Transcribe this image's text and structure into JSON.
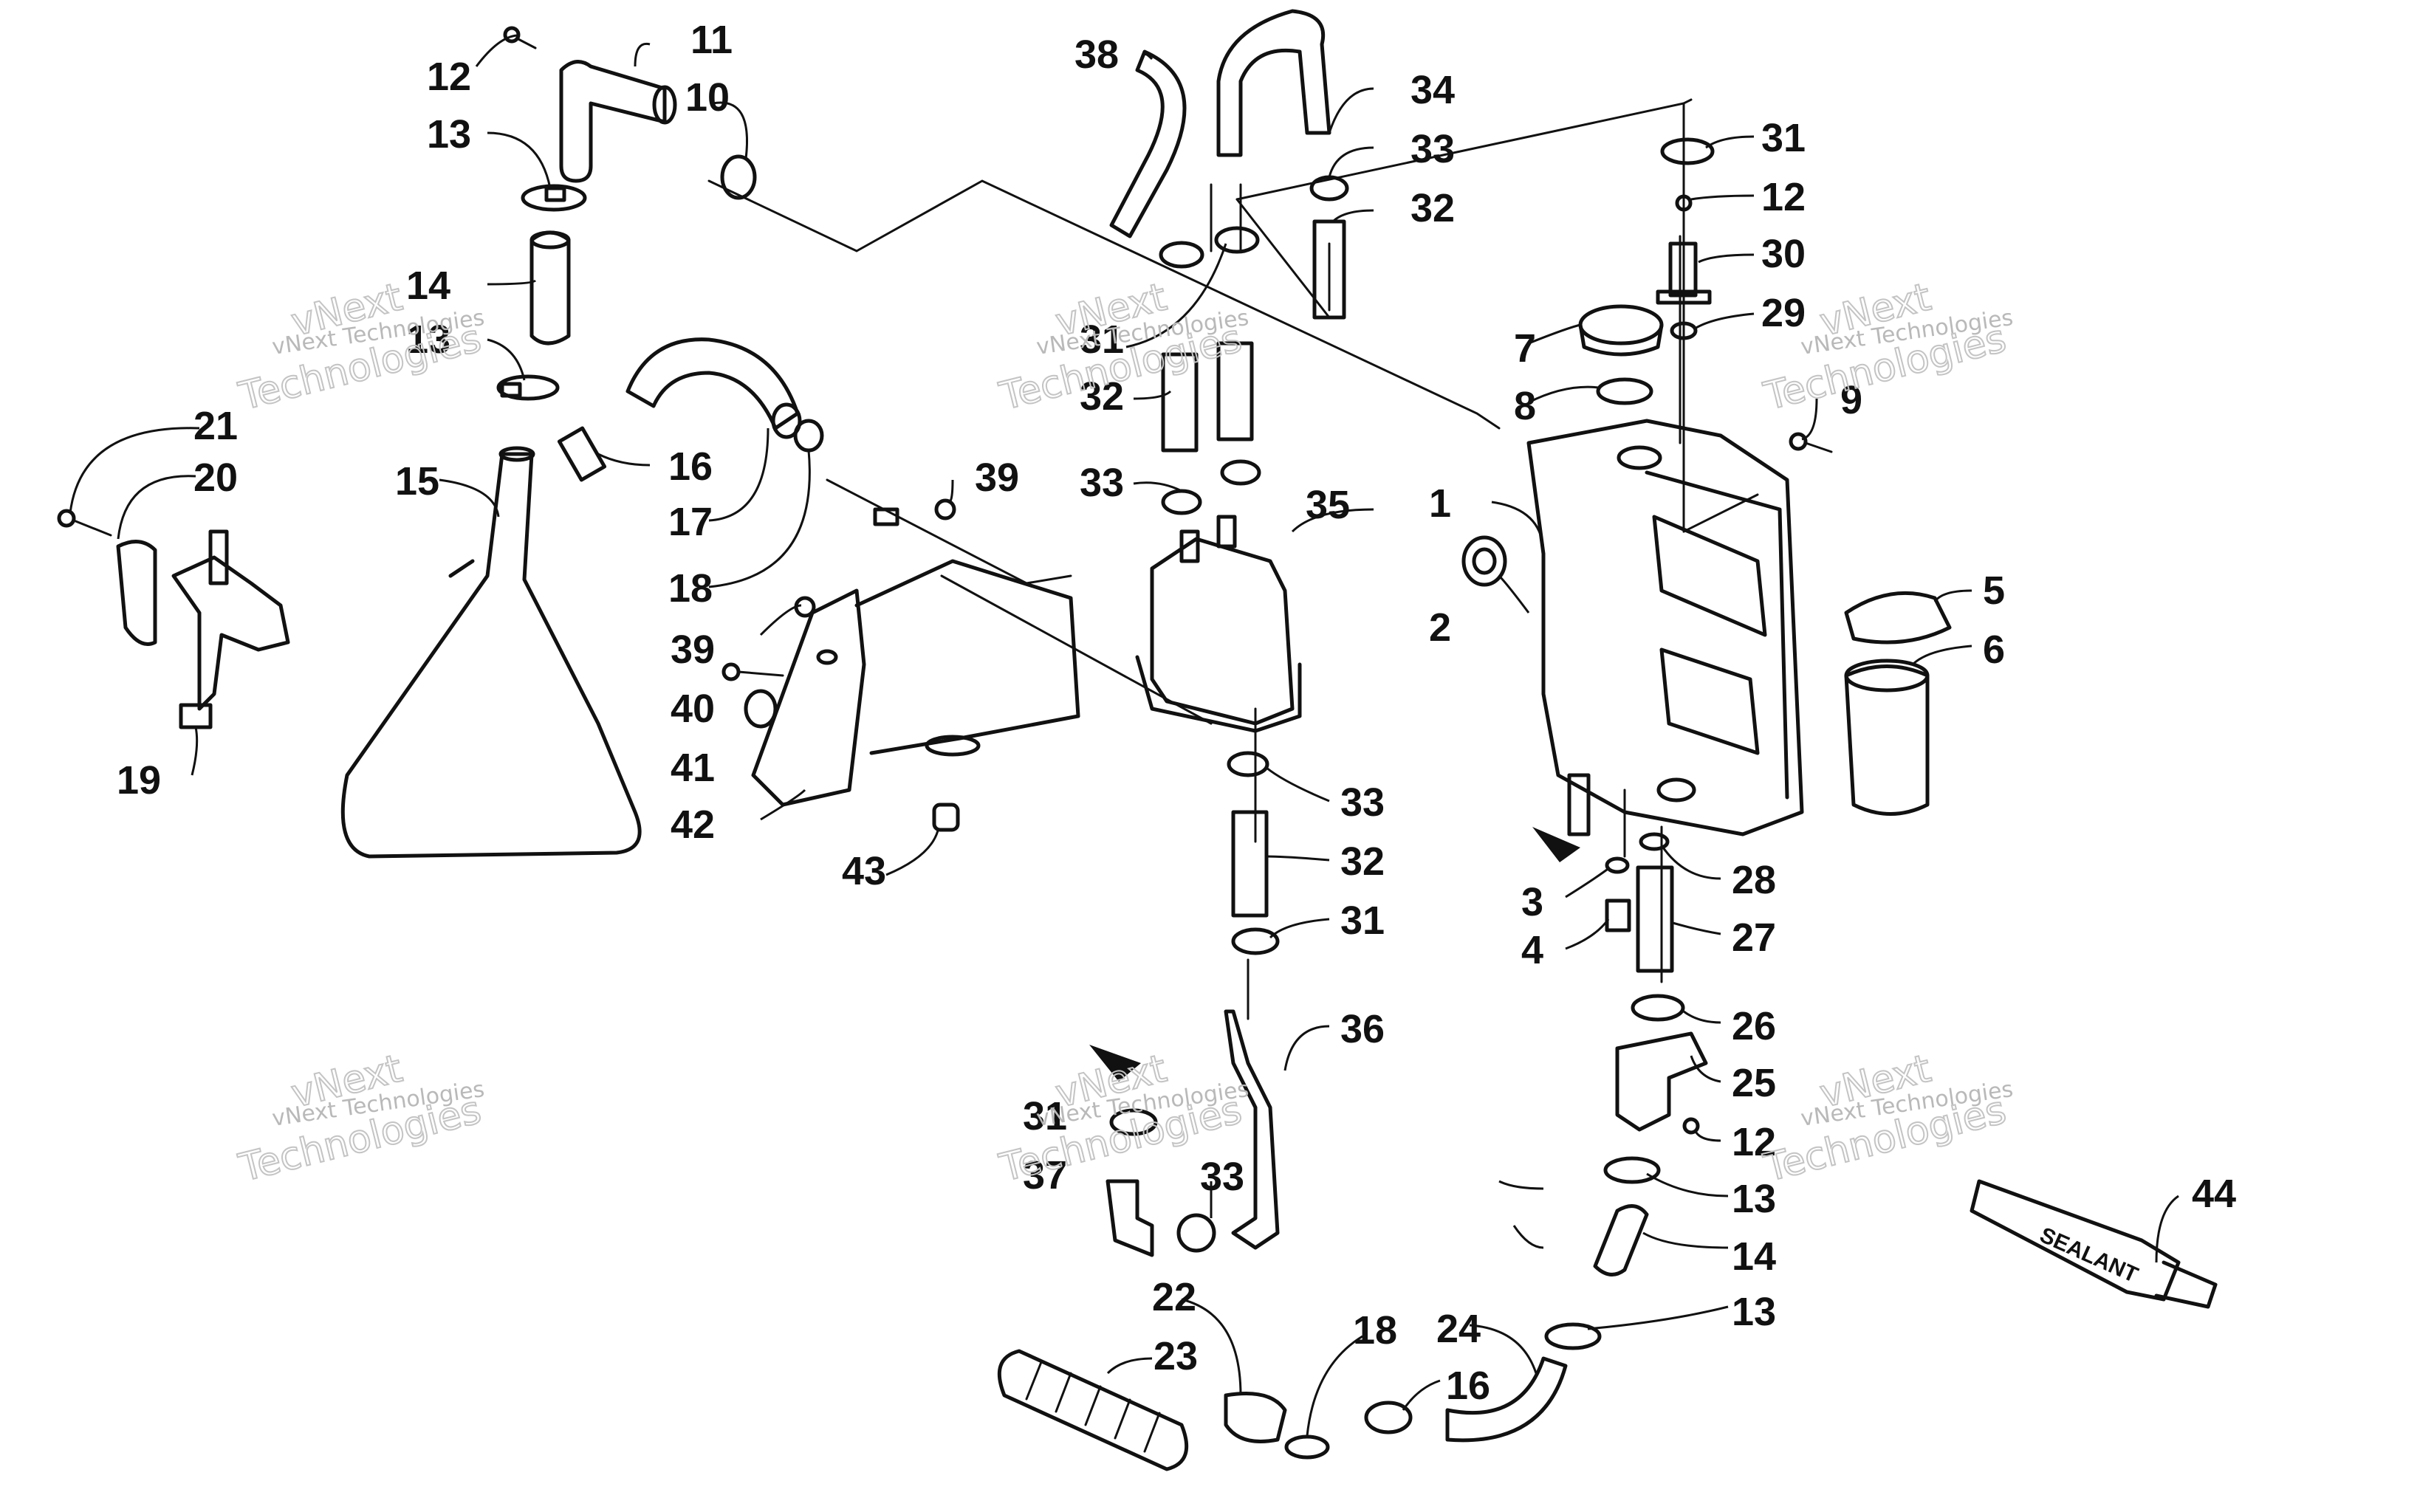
{
  "watermark": {
    "line1": "vNext Technologies",
    "big1": "vNext",
    "big2": "Technologies"
  },
  "sealant_label": "SEALANT",
  "callouts": [
    "1",
    "2",
    "3",
    "4",
    "5",
    "6",
    "7",
    "8",
    "9",
    "10",
    "11",
    "12",
    "13",
    "14",
    "15",
    "16",
    "17",
    "18",
    "19",
    "20",
    "21",
    "22",
    "23",
    "24",
    "25",
    "26",
    "27",
    "28",
    "29",
    "30",
    "31",
    "32",
    "33",
    "34",
    "35",
    "36",
    "37",
    "38",
    "39",
    "40",
    "41",
    "42",
    "43",
    "44"
  ]
}
